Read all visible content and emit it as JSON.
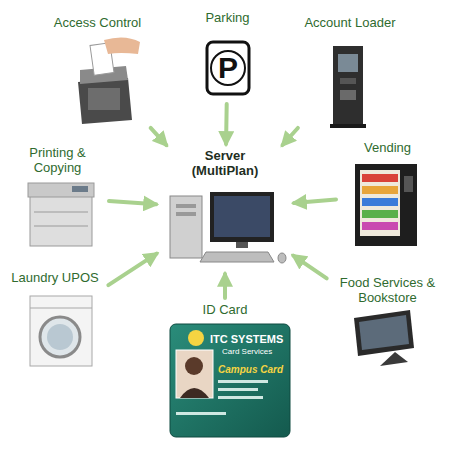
{
  "diagram": {
    "nodes": [
      {
        "text": [
          "Access Control"
        ]
      },
      {
        "text": [
          "Parking"
        ]
      },
      {
        "text": [
          "Account Loader"
        ]
      },
      {
        "text": [
          "Printing & Copying"
        ]
      },
      {
        "text": [
          "Server (MultiPlan)"
        ]
      },
      {
        "text": [
          "Vending"
        ]
      },
      {
        "text": [
          "Laundry UPOS"
        ]
      },
      {
        "text": [
          "Food Services & Bookstore"
        ]
      },
      {
        "text": [
          "ID Card"
        ]
      }
    ],
    "edges": [
      {
        "from": 0,
        "to": 4,
        "arrow": "to"
      },
      {
        "from": 1,
        "to": 4,
        "arrow": "to"
      },
      {
        "from": 2,
        "to": 4,
        "arrow": "to"
      },
      {
        "from": 3,
        "to": 4,
        "arrow": "to"
      },
      {
        "from": 5,
        "to": 4,
        "arrow": "to"
      },
      {
        "from": 6,
        "to": 4,
        "arrow": "to"
      },
      {
        "from": 7,
        "to": 4,
        "arrow": "to"
      },
      {
        "from": 8,
        "to": 4,
        "arrow": "to"
      }
    ],
    "labels": [
      "P",
      "ITC SYSTEMS",
      "Card Services",
      "Campus Card"
    ]
  }
}
